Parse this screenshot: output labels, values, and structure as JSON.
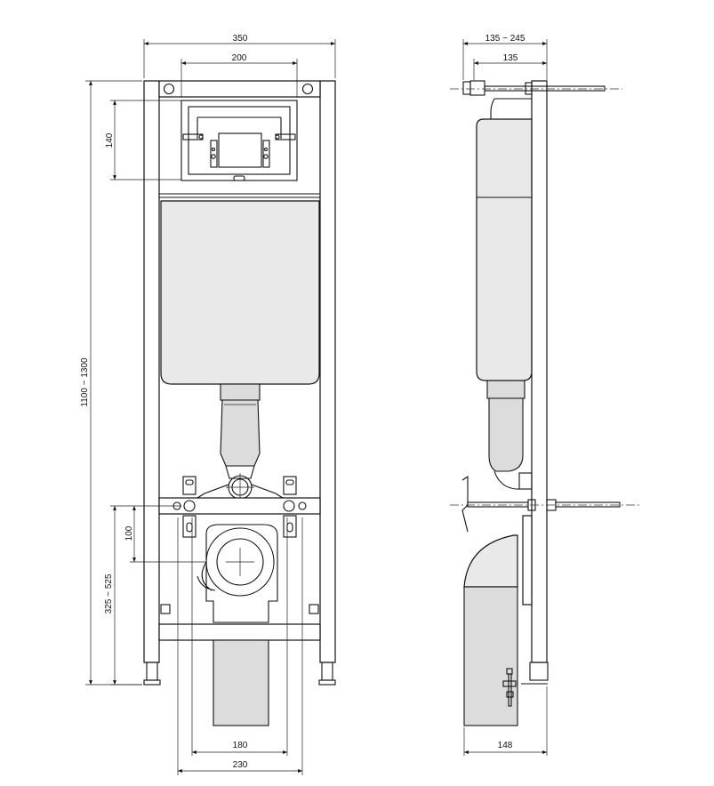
{
  "dimensions": {
    "width_total": "350",
    "width_inner": "200",
    "module_height": "140",
    "frame_height": "1100 ~ 1300",
    "drain_offset": "100",
    "drain_height": "325 ~ 525",
    "bottom_inner": "180",
    "bottom_outer": "230",
    "depth_range": "135 ~ 245",
    "depth_min": "135",
    "depth_base": "148"
  },
  "colors": {
    "line": "#111111",
    "tank_fill": "#e9e9e9",
    "pipe_fill": "#dcdcdc"
  }
}
